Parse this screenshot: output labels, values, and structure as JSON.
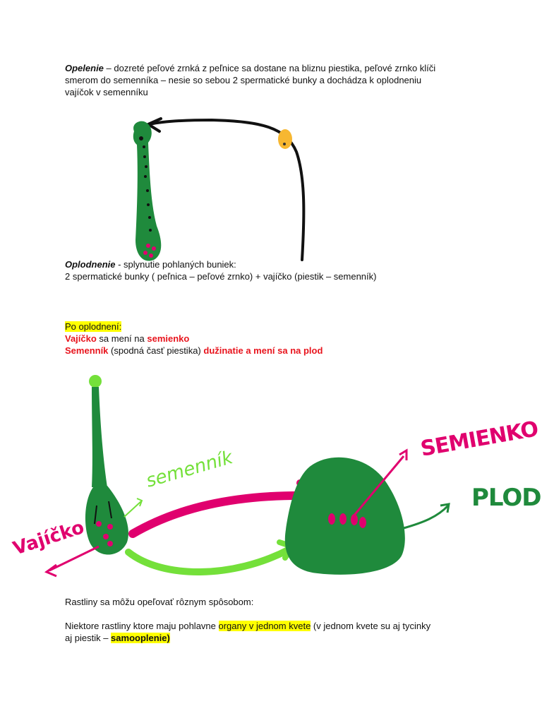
{
  "section1": {
    "term": "Opelenie",
    "line1": " – dozreté peľové zrnká z peľnice sa dostane na bliznu piestika, peľové zrnko klíči",
    "line2": "smerom do semenníka – nesie so sebou 2 spermatické bunky a dochádza k oplodneniu",
    "line3": "vajíčok v semenníku"
  },
  "section2": {
    "term": "Oplodnenie",
    "line1": " - splynutie pohlaných buniek:",
    "line2": "2 spermatické bunky ( peľnica – peľové zrnko) + vajíčko (piestik – semenník)"
  },
  "section3": {
    "heading": "Po oplodnení:",
    "row1_a": "Vajíčko",
    "row1_b": " sa mení na ",
    "row1_c": "semienko",
    "row2_a": "Semenník",
    "row2_b": " (spodná časť piestika)  ",
    "row2_c": "dužinatie a mení sa na plod"
  },
  "drawing_labels": {
    "vajicko": "Vajíčko",
    "semennik": "semenník",
    "semienko": "SEMIENKO",
    "plod": "PLOD"
  },
  "section4": {
    "line1": "Rastliny sa môžu opeľovať rôznym spôsobom:",
    "line2_a": "Niektore rastliny ktore maju pohlavne ",
    "line2_b": "organy v jednom kvete",
    "line2_c": " (v jednom kvete su aj tycinky",
    "line3_a": "aj piestik – ",
    "line3_b": "samooplenie)"
  },
  "colors": {
    "dark_green": "#1f8a3c",
    "light_green": "#74e03a",
    "magenta": "#e0006e",
    "pollen_orange": "#f7b731",
    "highlight": "#ffff00",
    "red_text": "#e8141d"
  }
}
